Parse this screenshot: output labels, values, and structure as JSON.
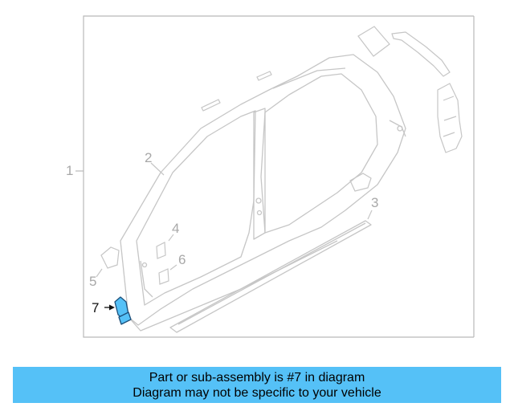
{
  "diagram": {
    "callouts": {
      "c1": "1",
      "c2": "2",
      "c3": "3",
      "c4": "4",
      "c5": "5",
      "c6": "6",
      "c7": "7"
    },
    "highlighted_part": "7",
    "colors": {
      "outline": "#c6c6c6",
      "frame": "#b9b9b9",
      "highlight_fill": "#55c1f7",
      "highlight_stroke": "#1d4f7a"
    }
  },
  "caption": {
    "line1": "Part or sub-assembly is #7 in diagram",
    "line2": "Diagram may not be specific to your vehicle",
    "background": "#55c1f7"
  }
}
